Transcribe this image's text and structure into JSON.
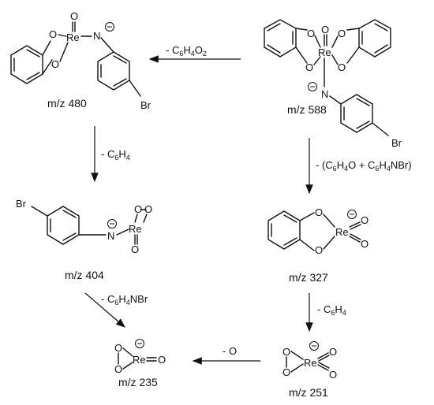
{
  "compounds": [
    {
      "id": "c588",
      "mz": "m/z 588"
    },
    {
      "id": "c480",
      "mz": "m/z 480"
    },
    {
      "id": "c404",
      "mz": "m/z 404"
    },
    {
      "id": "c327",
      "mz": "m/z 327"
    },
    {
      "id": "c251",
      "mz": "m/z 251"
    },
    {
      "id": "c235",
      "mz": "m/z 235"
    }
  ],
  "atoms": {
    "O": "O",
    "Re": "Re",
    "N": "N",
    "Br": "Br"
  },
  "losses": {
    "l1_prefix": "- C",
    "l1_sub1": "6",
    "l1_mid": "H",
    "l1_sub2": "4",
    "l1_mid2": "O",
    "l1_sub3": "2",
    "l2_prefix": "- C",
    "l2_sub1": "6",
    "l2_mid": "H",
    "l2_sub2": "4",
    "l3_prefix": "- (C",
    "l3_sub1": "6",
    "l3_mid1": "H",
    "l3_sub2": "4",
    "l3_mid2": "O + C",
    "l3_sub3": "6",
    "l3_mid3": "H",
    "l3_sub4": "4",
    "l3_suffix": "NBr)",
    "l4_prefix": "- C",
    "l4_sub1": "6",
    "l4_mid": "H",
    "l4_sub2": "4",
    "l4_suffix": "NBr",
    "l5_prefix": "- C",
    "l5_sub1": "6",
    "l5_mid": "H",
    "l5_sub2": "4",
    "l6": "- O"
  }
}
